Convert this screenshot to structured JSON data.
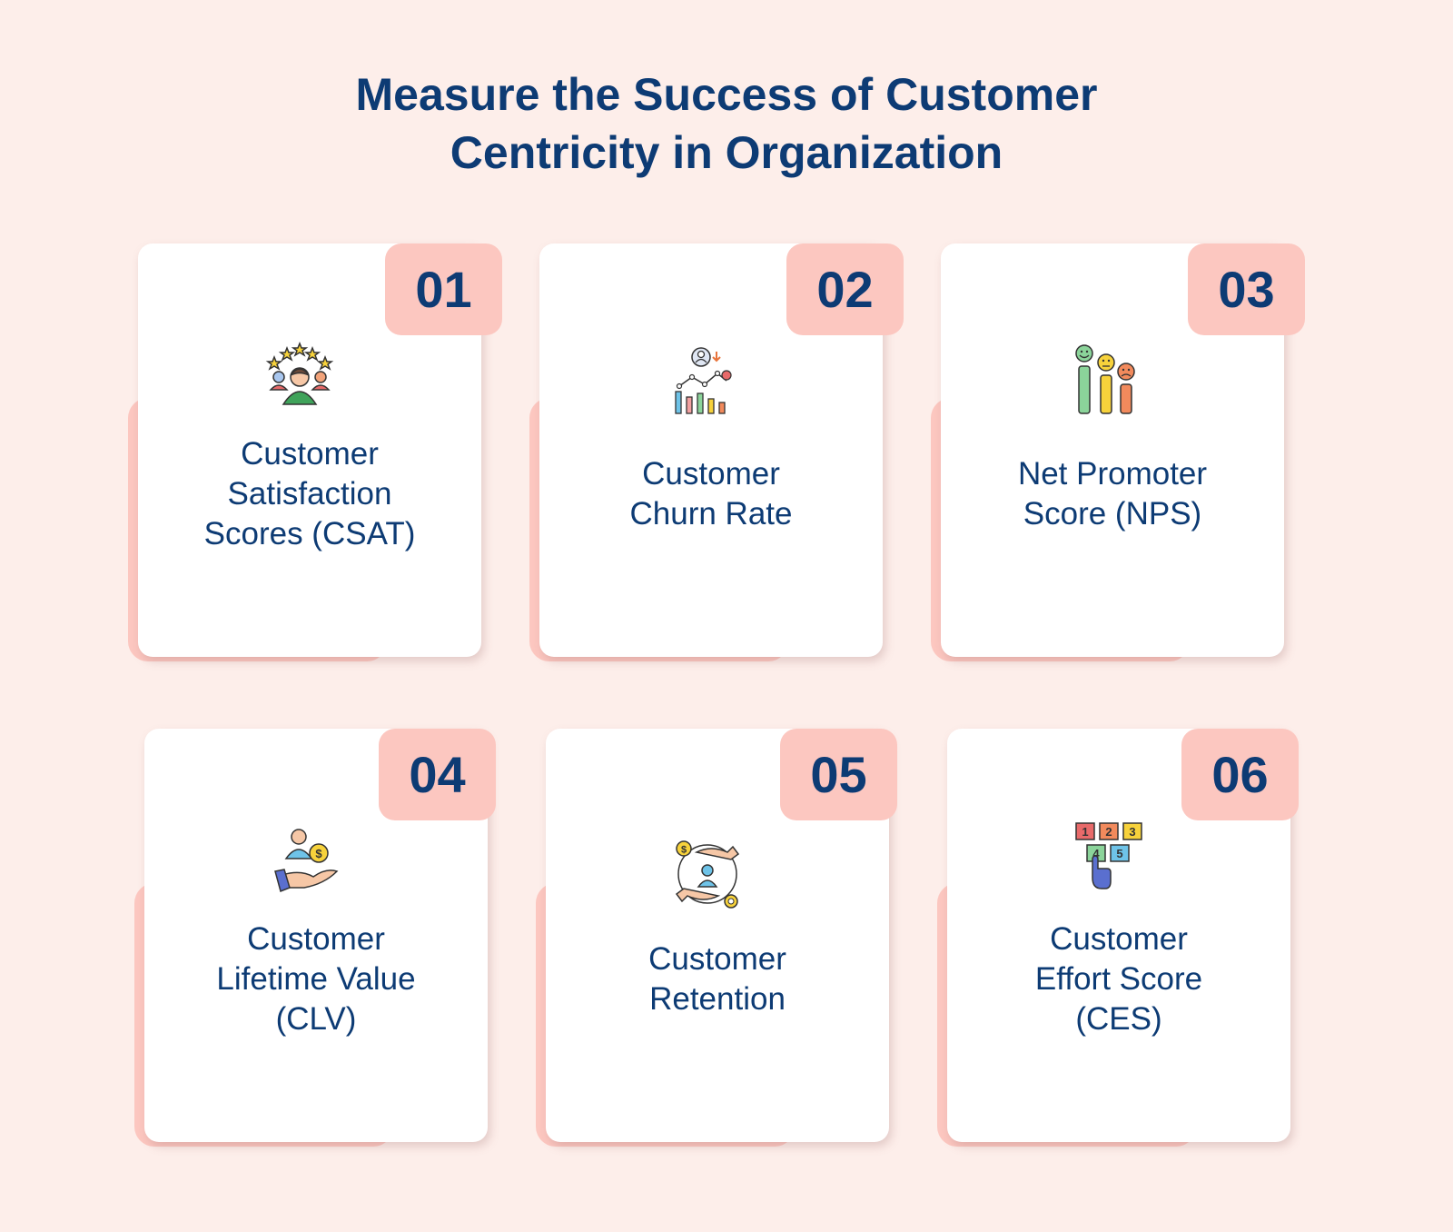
{
  "title": {
    "line1": "Measure the Success of Customer",
    "line2": "Centricity in Organization"
  },
  "cards": [
    {
      "number": "01",
      "icon": "customer-satisfaction-icon",
      "lines": [
        "Customer",
        "Satisfaction",
        "Scores (CSAT)"
      ]
    },
    {
      "number": "02",
      "icon": "churn-rate-chart-icon",
      "lines": [
        "Customer",
        "Churn Rate"
      ]
    },
    {
      "number": "03",
      "icon": "net-promoter-score-icon",
      "lines": [
        "Net Promoter",
        "Score (NPS)"
      ]
    },
    {
      "number": "04",
      "icon": "lifetime-value-icon",
      "lines": [
        "Customer",
        "Lifetime Value",
        "(CLV)"
      ]
    },
    {
      "number": "05",
      "icon": "customer-retention-icon",
      "lines": [
        "Customer",
        "Retention"
      ]
    },
    {
      "number": "06",
      "icon": "effort-score-icon",
      "lines": [
        "Customer",
        "Effort Score",
        "(CES)"
      ]
    }
  ],
  "icon_numbers": [
    "1",
    "2",
    "3",
    "4",
    "5"
  ],
  "colors": {
    "background": "#fdeeea",
    "accent": "#fcc7c0",
    "text": "#0d3b74"
  }
}
